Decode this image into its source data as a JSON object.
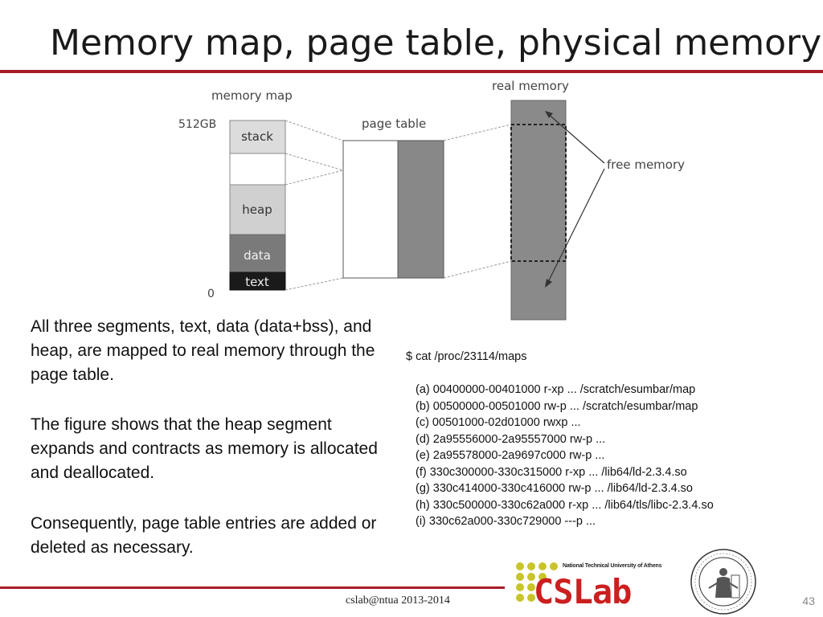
{
  "title": "Memory map, page table, physical memory",
  "diagram": {
    "memory_map_label": "memory map",
    "label_512gb": "512GB",
    "label_zero": "0",
    "segments": [
      "stack",
      "heap",
      "data",
      "text"
    ],
    "page_table_label": "page table",
    "real_memory_label": "real memory",
    "free_memory_label": "free memory"
  },
  "paragraphs": [
    "All three segments, text, data (data+bss), and heap, are mapped to real memory through the page table.",
    "The figure shows that the heap segment expands and contracts as memory is allocated and deallocated.",
    "Consequently, page table entries are added or deleted as necessary."
  ],
  "maps": {
    "command": "$ cat /proc/23114/maps",
    "lines": [
      "(a) 00400000-00401000 r-xp ... /scratch/esumbar/map",
      "(b) 00500000-00501000 rw-p ... /scratch/esumbar/map",
      "(c) 00501000-02d01000 rwxp ...",
      "(d) 2a95556000-2a95557000 rw-p ...",
      "(e) 2a95578000-2a9697c000 rw-p ...",
      "(f)  330c300000-330c315000 r-xp ... /lib64/ld-2.3.4.so",
      "(g) 330c414000-330c416000 rw-p ... /lib64/ld-2.3.4.so",
      "(h) 330c500000-330c62a000 r-xp ... /lib64/tls/libc-2.3.4.so",
      "(i)  330c62a000-330c729000 ---p ..."
    ]
  },
  "footer": {
    "text": "cslab@ntua 2013-2014",
    "page_number": "43",
    "institution": "National Technical University of Athens",
    "logo_text": "CSLab"
  },
  "colors": {
    "accent_rule": "#a61c28",
    "logo_red": "#cc1f1f",
    "logo_dots": "#c9c42a"
  }
}
